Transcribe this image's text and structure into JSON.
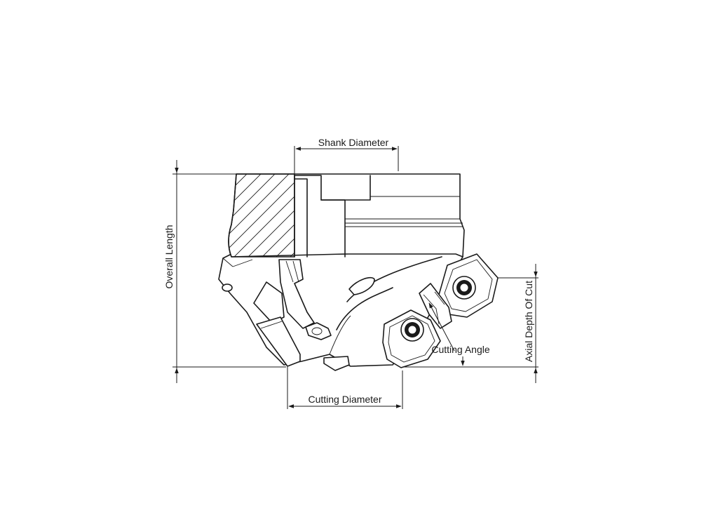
{
  "labels": {
    "shank_diameter": "Shank Diameter",
    "overall_length": "Overall Length",
    "axial_depth_of_cut": "Axial Depth Of Cut",
    "cutting_angle": "Cutting Angle",
    "cutting_diameter": "Cutting Diameter"
  },
  "colors": {
    "line": "#1a1a1a",
    "background": "#ffffff"
  }
}
